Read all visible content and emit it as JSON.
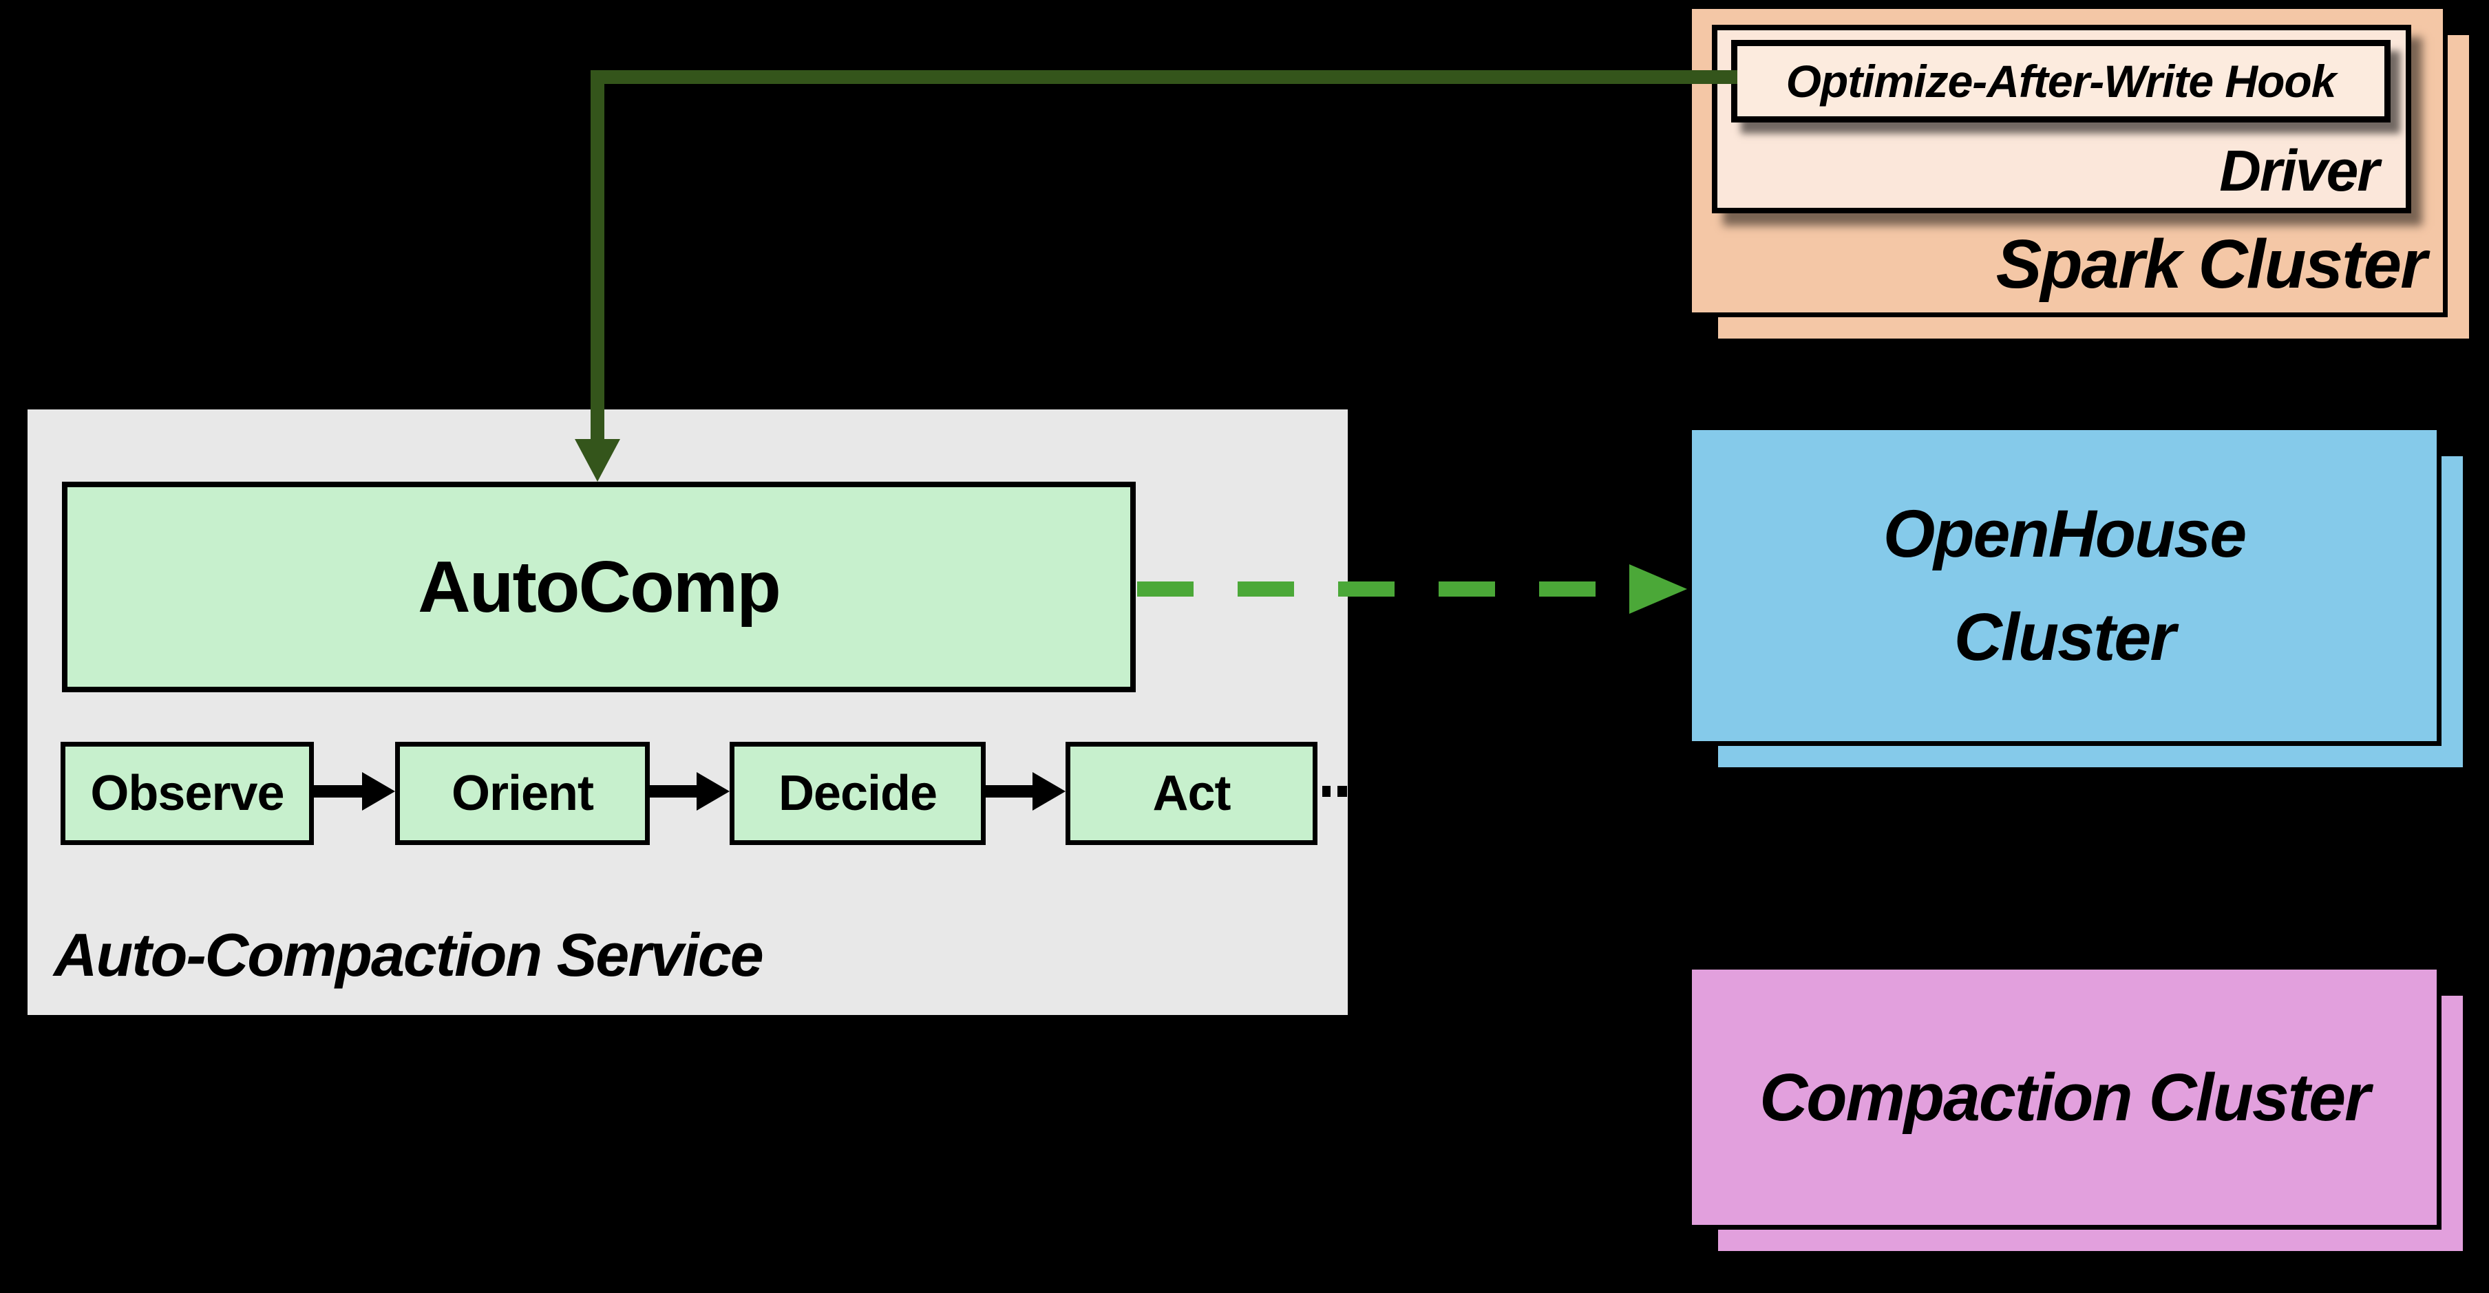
{
  "diagram": {
    "service": {
      "title": "Auto-Compaction Service",
      "component_label": "AutoComp",
      "loop_steps": [
        {
          "label": "Observe"
        },
        {
          "label": "Orient"
        },
        {
          "label": "Decide"
        },
        {
          "label": "Act"
        }
      ]
    },
    "spark": {
      "cluster_label": "Spark Cluster",
      "driver_label": "Driver",
      "hook_label": "Optimize-After-Write Hook"
    },
    "openhouse": {
      "line1": "OpenHouse",
      "line2": "Cluster"
    },
    "compaction": {
      "label": "Compaction Cluster"
    }
  },
  "colors": {
    "background": "#000000",
    "service_panel": "#E8E8E8",
    "component_fill": "#C7F0CD",
    "spark_fill": "#F4C7A6",
    "spark_inner_fill": "#FBE7DA",
    "hook_fill": "#FCEBDE",
    "openhouse_fill": "#85CAEA",
    "compaction_fill": "#E2A0DD",
    "solid_arrow": "#34551B",
    "dashed_arrow": "#4BA838",
    "ink": "#000000"
  }
}
